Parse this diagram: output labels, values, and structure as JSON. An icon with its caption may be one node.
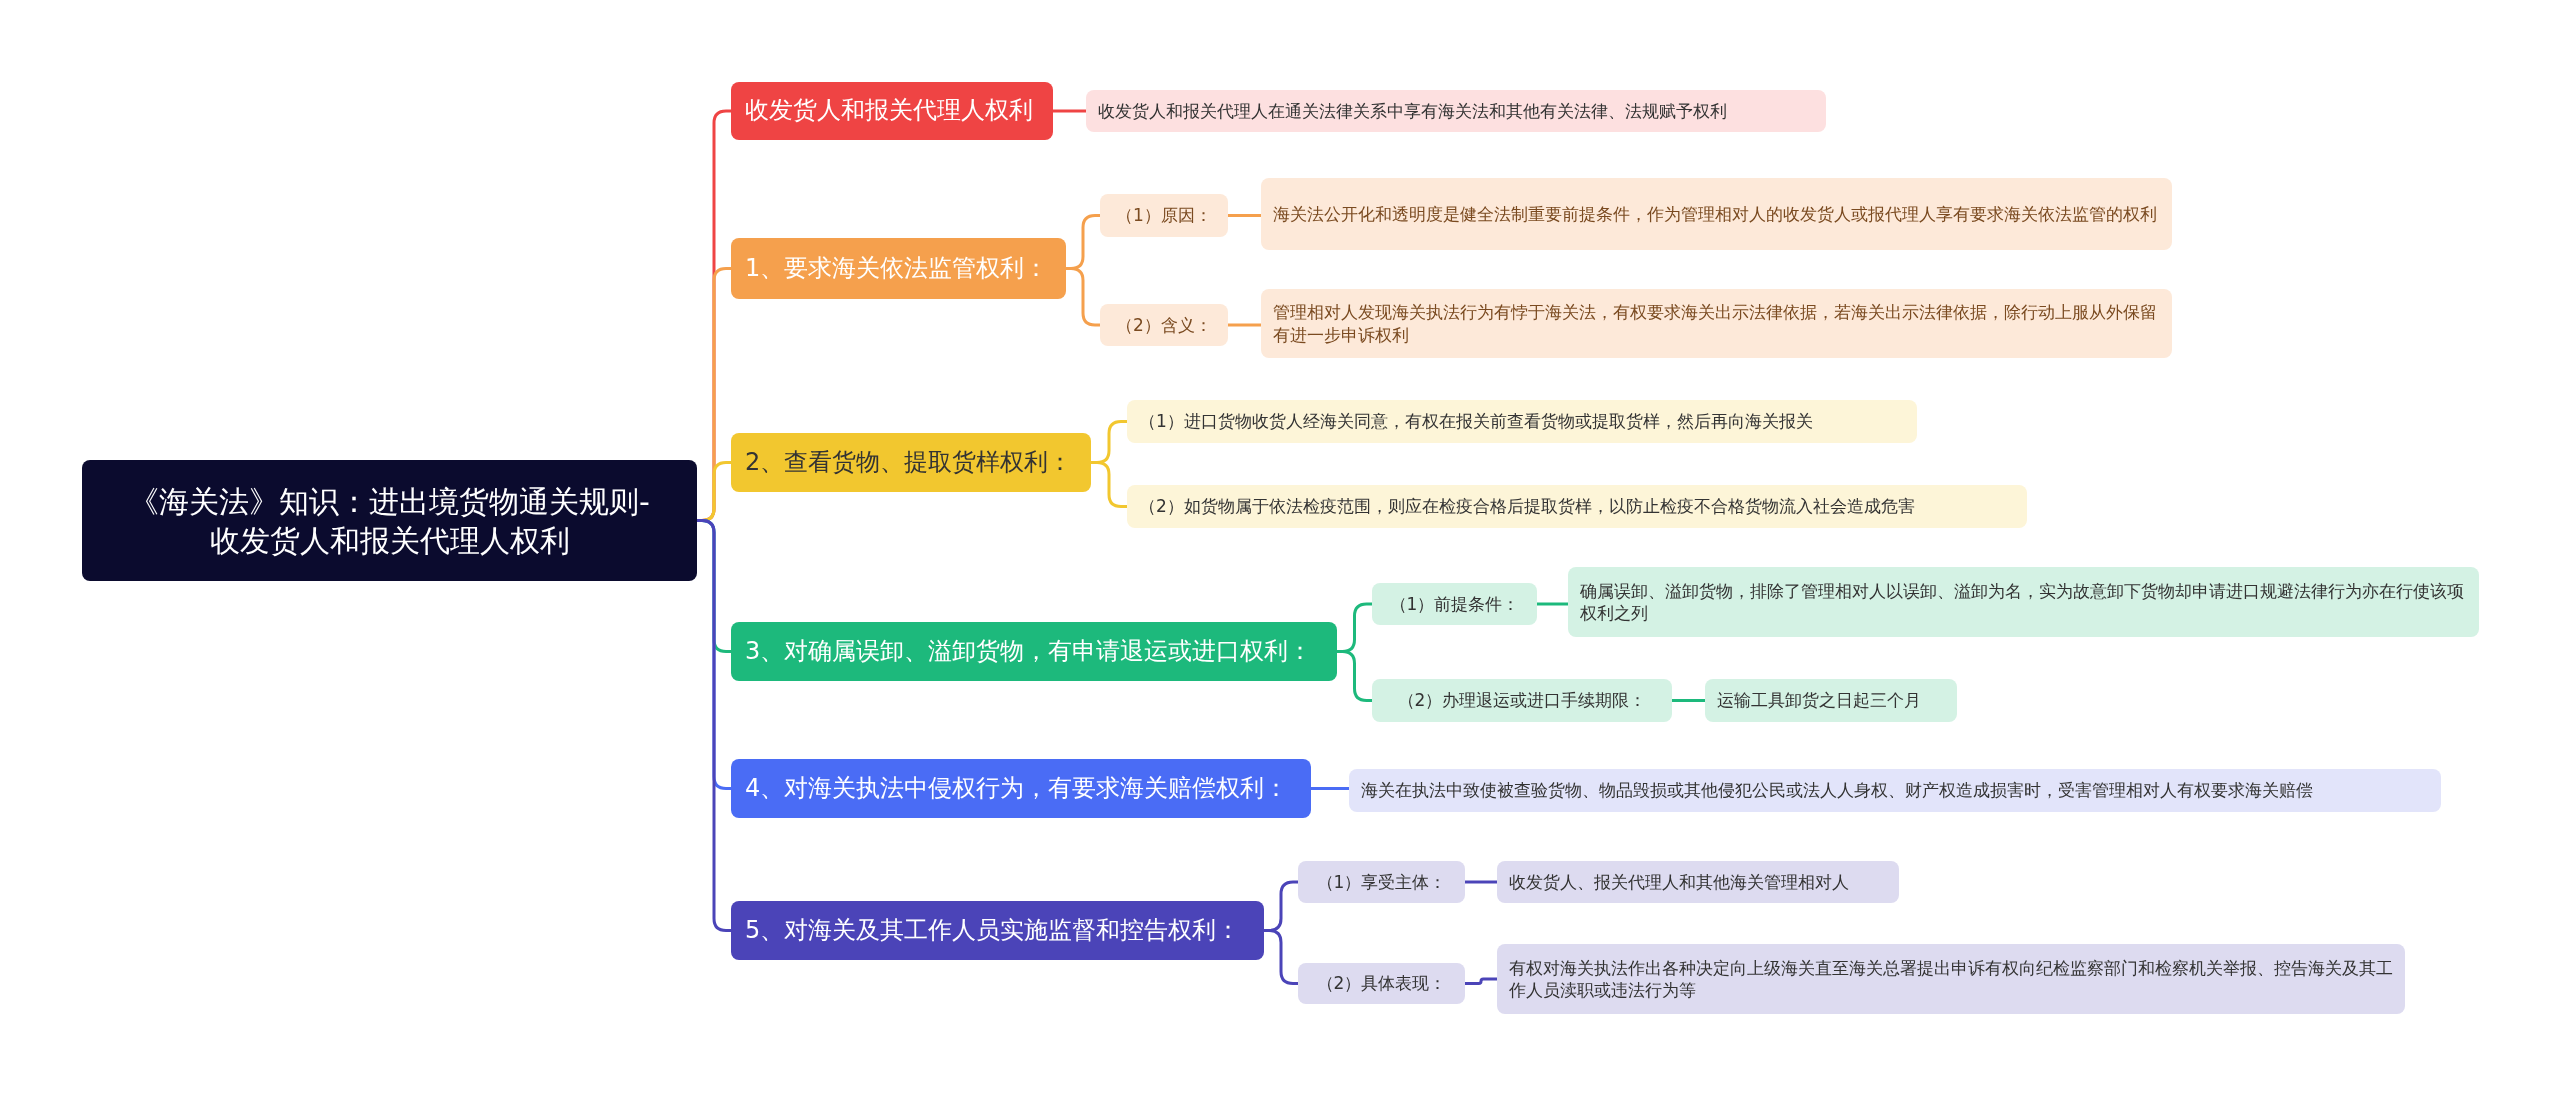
{
  "diagram": {
    "nodes": [
      {
        "text": [
          "《海关法》知识：进出境货物通关规则-收发货人和报关代理人权利"
        ]
      },
      {
        "text": [
          "收发货人和报关代理人权利"
        ]
      },
      {
        "text": [
          "收发货人和报关代理人在通关法律关系中享有海关法和其他有关法律、法规赋予权利"
        ]
      },
      {
        "text": [
          "1、要求海关依法监管权利："
        ]
      },
      {
        "text": [
          "（1）原因："
        ]
      },
      {
        "text": [
          "海关法公开化和透明度是健全法制重要前提条件，作为管理相对人的收发货人或报代理人享有要求海关依法监管的权利"
        ]
      },
      {
        "text": [
          "（2）含义："
        ]
      },
      {
        "text": [
          "管理相对人发现海关执法行为有悖于海关法，有权要求海关出示法律依据，若海关出示法律依据，除行动上服从外保留有进一步申诉权利"
        ]
      },
      {
        "text": [
          "2、查看货物、提取货样权利："
        ]
      },
      {
        "text": [
          "（1）进口货物收货人经海关同意，有权在报关前查看货物或提取货样，然后再向海关报关"
        ]
      },
      {
        "text": [
          "（2）如货物属于依法检疫范围，则应在检疫合格后提取货样，以防止检疫不合格货物流入社会造成危害"
        ]
      },
      {
        "text": [
          "3、对确属误卸、溢卸货物，有申请退运或进口权利："
        ]
      },
      {
        "text": [
          "（1）前提条件："
        ]
      },
      {
        "text": [
          "确属误卸、溢卸货物，排除了管理相对人以误卸、溢卸为名，实为故意卸下货物却申请进口规避法律行为亦在行使该项权利之列"
        ]
      },
      {
        "text": [
          "（2）办理退运或进口手续期限："
        ]
      },
      {
        "text": [
          "运输工具卸货之日起三个月"
        ]
      },
      {
        "text": [
          "4、对海关执法中侵权行为，有要求海关赔偿权利："
        ]
      },
      {
        "text": [
          "海关在执法中致使被查验货物、物品毁损或其他侵犯公民或法人人身权、财产权造成损害时，受害管理相对人有权要求海关赔偿"
        ]
      },
      {
        "text": [
          "5、对海关及其工作人员实施监督和控告权利："
        ]
      },
      {
        "text": [
          "（1）享受主体："
        ]
      },
      {
        "text": [
          "收发货人、报关代理人和其他海关管理相对人"
        ]
      },
      {
        "text": [
          "（2）具体表现："
        ]
      },
      {
        "text": [
          "有权对海关执法作出各种决定向上级海关直至海关总署提出申诉有权向纪检监察部门和检察机关举报、控告海关及其工作人员渎职或违法行为等"
        ]
      }
    ],
    "edges": [
      {
        "from": 0,
        "to": 1,
        "arrow": "none",
        "color": "#ef4444"
      },
      {
        "from": 0,
        "to": 3,
        "arrow": "none",
        "color": "#f5a04d"
      },
      {
        "from": 0,
        "to": 8,
        "arrow": "none",
        "color": "#f2c72f"
      },
      {
        "from": 0,
        "to": 11,
        "arrow": "none",
        "color": "#1db97c"
      },
      {
        "from": 0,
        "to": 16,
        "arrow": "none",
        "color": "#4a6cf5"
      },
      {
        "from": 0,
        "to": 18,
        "arrow": "none",
        "color": "#4b44b8"
      },
      {
        "from": 1,
        "to": 2,
        "arrow": "none",
        "color": "#ef4444"
      },
      {
        "from": 3,
        "to": 4,
        "arrow": "none",
        "color": "#f5a04d"
      },
      {
        "from": 3,
        "to": 6,
        "arrow": "none",
        "color": "#f5a04d"
      },
      {
        "from": 4,
        "to": 5,
        "arrow": "none",
        "color": "#f5a04d"
      },
      {
        "from": 6,
        "to": 7,
        "arrow": "none",
        "color": "#f5a04d"
      },
      {
        "from": 8,
        "to": 9,
        "arrow": "none",
        "color": "#f2c72f"
      },
      {
        "from": 8,
        "to": 10,
        "arrow": "none",
        "color": "#f2c72f"
      },
      {
        "from": 11,
        "to": 12,
        "arrow": "none",
        "color": "#1db97c"
      },
      {
        "from": 11,
        "to": 14,
        "arrow": "none",
        "color": "#1db97c"
      },
      {
        "from": 12,
        "to": 13,
        "arrow": "none",
        "color": "#1db97c"
      },
      {
        "from": 14,
        "to": 15,
        "arrow": "none",
        "color": "#1db97c"
      },
      {
        "from": 16,
        "to": 17,
        "arrow": "none",
        "color": "#4a6cf5"
      },
      {
        "from": 18,
        "to": 19,
        "arrow": "none",
        "color": "#4b44b8"
      },
      {
        "from": 18,
        "to": 21,
        "arrow": "none",
        "color": "#4b44b8"
      },
      {
        "from": 19,
        "to": 20,
        "arrow": "none",
        "color": "#4b44b8"
      },
      {
        "from": 21,
        "to": 22,
        "arrow": "none",
        "color": "#4b44b8"
      }
    ]
  }
}
